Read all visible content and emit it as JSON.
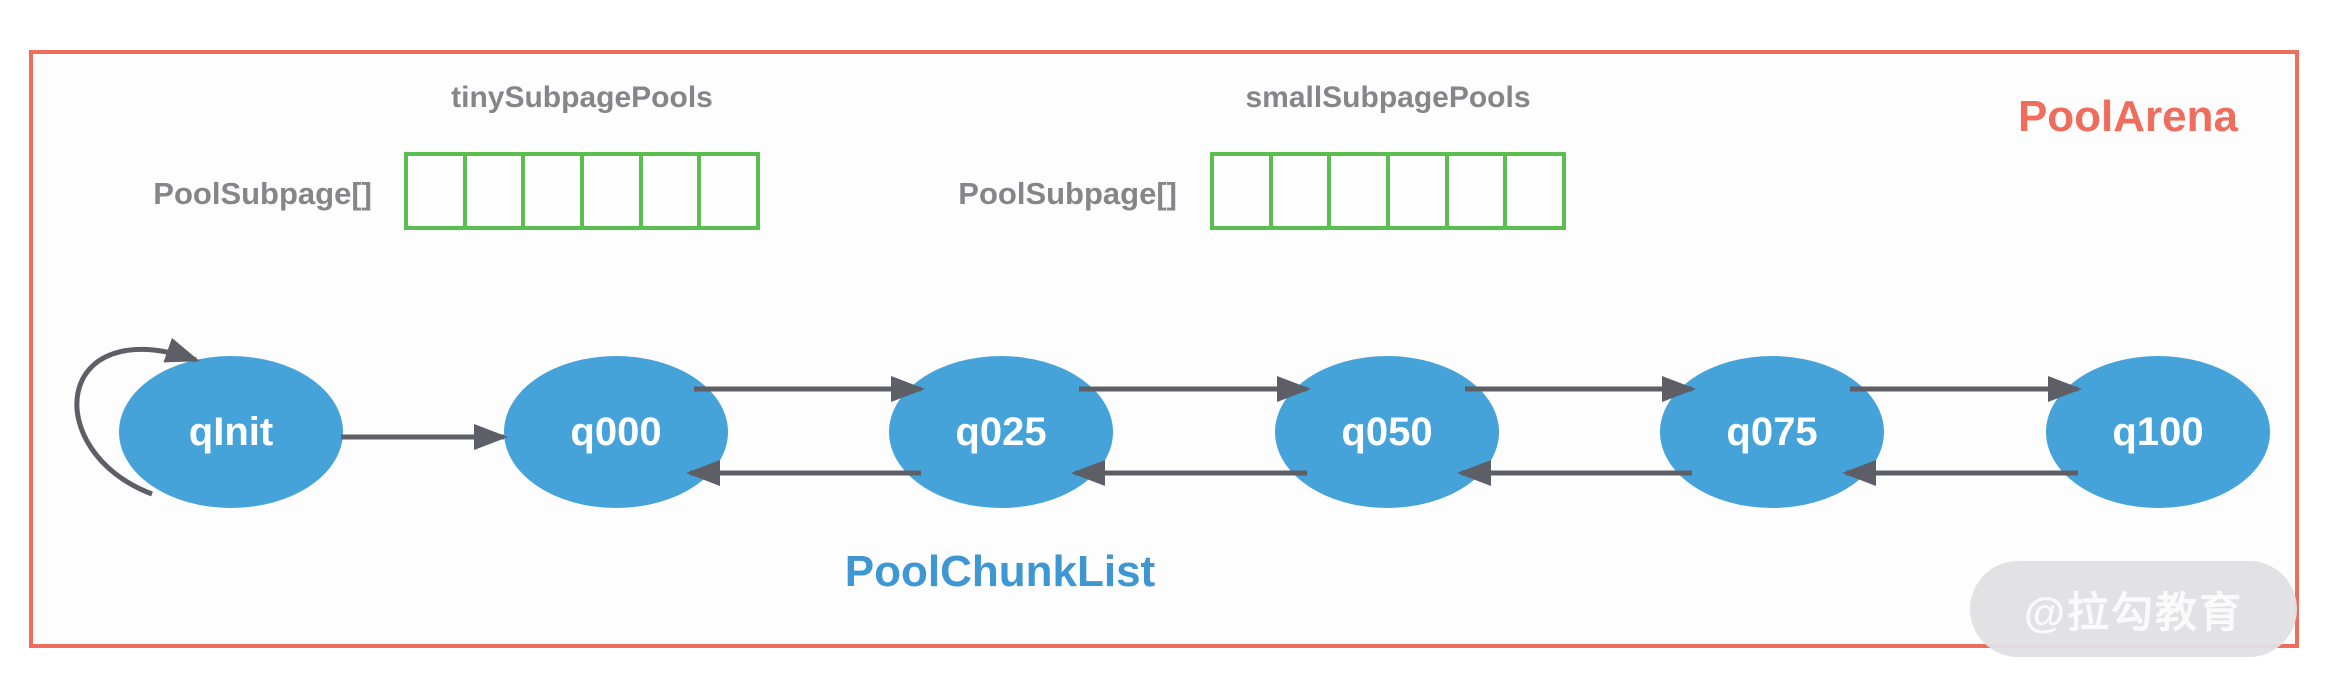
{
  "arena": {
    "title": "PoolArena",
    "accent_color": "#ee6d5d"
  },
  "subpage_sections": [
    {
      "title": "tinySubpagePools",
      "array_label": "PoolSubpage[]",
      "cells": 6
    },
    {
      "title": "smallSubpagePools",
      "array_label": "PoolSubpage[]",
      "cells": 6
    }
  ],
  "chunk_list": {
    "label": "PoolChunkList",
    "nodes": [
      "qInit",
      "q000",
      "q025",
      "q050",
      "q075",
      "q100"
    ],
    "node_color": "#46a3d9",
    "arrow_color": "#5e5e67",
    "edges": [
      {
        "from": "qInit",
        "to": "qInit",
        "type": "self-loop"
      },
      {
        "from": "qInit",
        "to": "q000",
        "type": "single"
      },
      {
        "from": "q000",
        "to": "q025",
        "type": "bidirectional"
      },
      {
        "from": "q025",
        "to": "q050",
        "type": "bidirectional"
      },
      {
        "from": "q050",
        "to": "q075",
        "type": "bidirectional"
      },
      {
        "from": "q075",
        "to": "q100",
        "type": "bidirectional"
      }
    ]
  },
  "colors": {
    "grid_border": "#5abf50",
    "label_gray": "#85858a",
    "chunklist_blue": "#3e97d3"
  },
  "watermark": {
    "text": "@拉勾教育"
  }
}
